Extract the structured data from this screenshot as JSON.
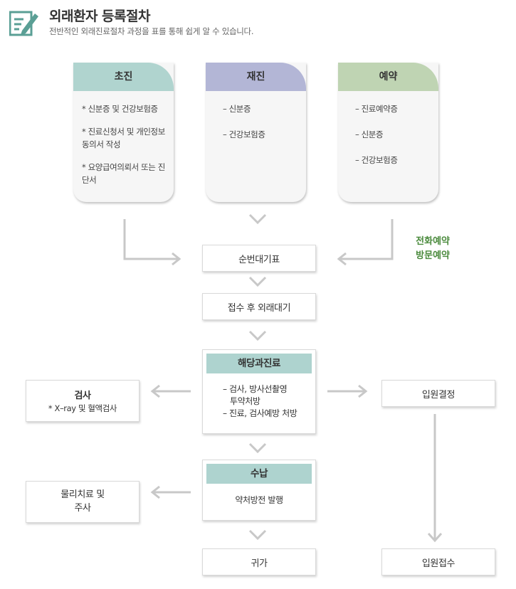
{
  "header": {
    "title": "외래환자 등록절차",
    "subtitle": "전반적인 외래진료절차 과정을 표를 통해 쉽게 알 수 있습니다."
  },
  "cards": [
    {
      "name": "초진",
      "color": "#b0d4cf",
      "items": [
        "* 신분증 및 건강보험증",
        "* 진료신청서 및 개인정보 동의서 작성",
        "* 요양급여의뢰서 또는 진단서"
      ]
    },
    {
      "name": "재진",
      "color": "#b3b6d6",
      "items": [
        "– 신분증",
        "– 건강보험증"
      ]
    },
    {
      "name": "예약",
      "color": "#bfd4b3",
      "items": [
        "– 진료예약증",
        "– 신분증",
        "– 건강보험증"
      ]
    }
  ],
  "side_note": {
    "line1": "전화예약",
    "line2": "방문예약"
  },
  "flow": {
    "step1": "순번대기표",
    "step2": "접수 후 외래대기",
    "step3": {
      "title": "해당과진료",
      "line1": "– 검사, 방사선촬영",
      "line2": "  투약처방",
      "line3": "– 진료, 검사예방 처방"
    },
    "step4": {
      "title": "수납",
      "body": "약처방전 발행"
    },
    "step5": "귀가"
  },
  "left": {
    "exam": {
      "title": "검사",
      "note": "* X–ray 및 혈액검사"
    },
    "therapy": {
      "line1": "물리치료 및",
      "line2": "주사"
    }
  },
  "right": {
    "admit_decision": "입원결정",
    "admit_register": "입원접수"
  },
  "colors": {
    "teal": "#aed3cf",
    "purple": "#b3b6d6",
    "green": "#bfd4b3",
    "arrow": "#c8c8c8",
    "note_green": "#4a8a3c"
  }
}
